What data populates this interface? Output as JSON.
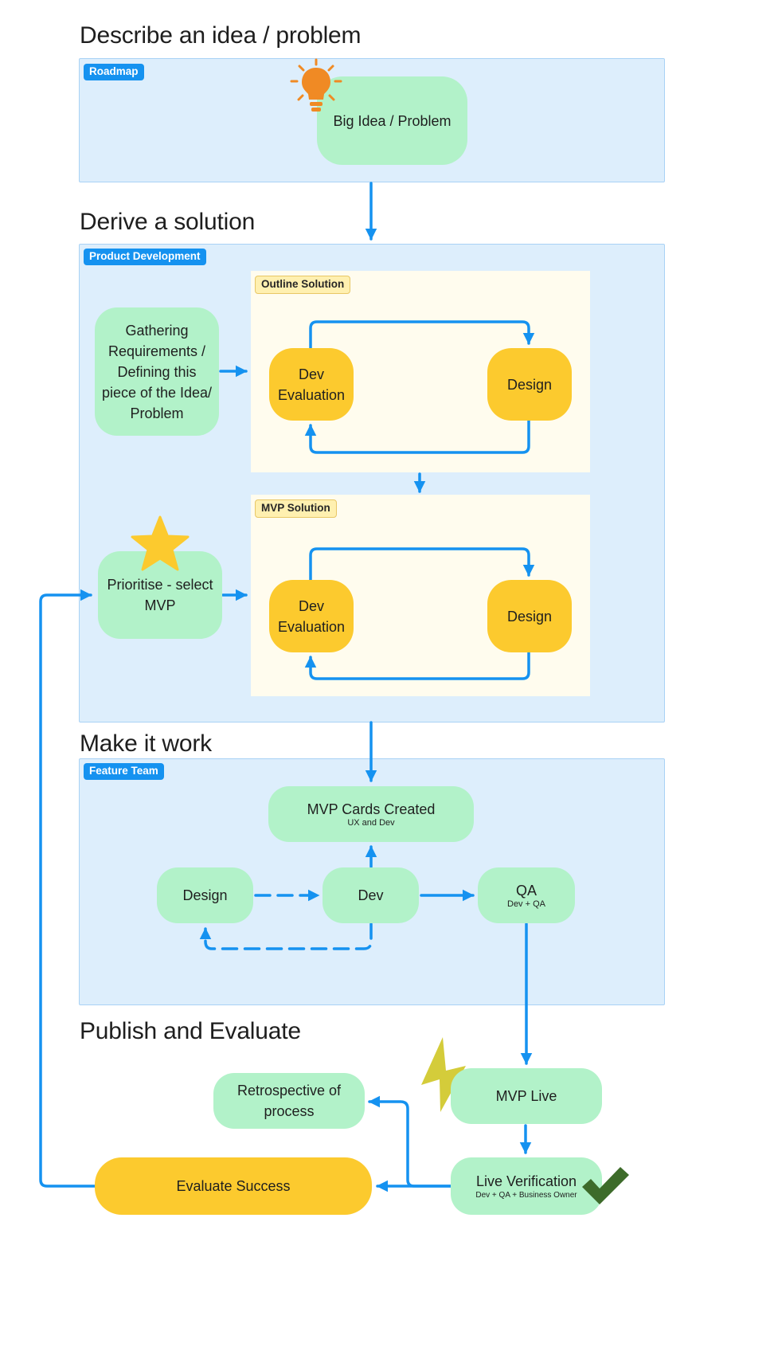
{
  "headings": {
    "describe": "Describe an idea / problem",
    "derive": "Derive a solution",
    "make": "Make it work",
    "publish": "Publish and Evaluate"
  },
  "tags": {
    "roadmap": "Roadmap",
    "product_dev": "Product Development",
    "feature_team": "Feature Team",
    "outline": "Outline Solution",
    "mvp_solution": "MVP Solution"
  },
  "nodes": {
    "big_idea": "Big Idea / Problem",
    "gathering": [
      "Gathering",
      "Requirements /",
      "Defining this",
      "piece of the Idea/",
      "Problem"
    ],
    "outline_dev": [
      "Dev",
      "Evaluation"
    ],
    "outline_design": "Design",
    "prioritise": [
      "Prioritise - select",
      "MVP"
    ],
    "mvp_dev": [
      "Dev",
      "Evaluation"
    ],
    "mvp_design": "Design",
    "mvp_cards": {
      "title": "MVP Cards Created",
      "sub": "UX and Dev"
    },
    "design": "Design",
    "dev": "Dev",
    "qa": {
      "title": "QA",
      "sub": "Dev + QA"
    },
    "mvp_live": "MVP Live",
    "retro": [
      "Retrospective of",
      "process"
    ],
    "live_verification": {
      "title": "Live Verification",
      "sub": "Dev + QA + Business Owner"
    },
    "evaluate": "Evaluate Success"
  },
  "icons": {
    "idea": "lightbulb-icon",
    "priority": "star-icon",
    "launch": "lightning-bolt-icon",
    "verified": "checkmark-icon"
  },
  "colors": {
    "section_bg": "#ddeefc",
    "section_border": "#a9d2f5",
    "tag_blue": "#1592f0",
    "node_green": "#b2f2c9",
    "node_yellow": "#fcca2e",
    "subpanel": "#fffcee",
    "arrow": "#1592f0"
  }
}
